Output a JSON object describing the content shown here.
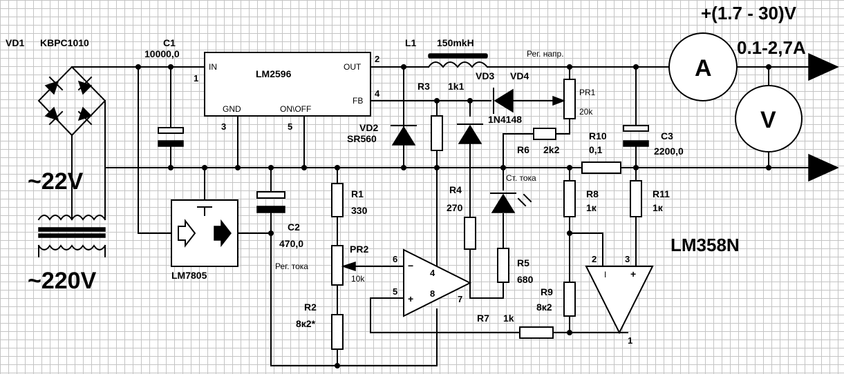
{
  "watermark": "",
  "labels": {
    "vout": "+(1.7 - 30)V",
    "iout": "0.1-2,7A",
    "vd1": "VD1",
    "bridge": "KBPC1010",
    "c1": "C1",
    "c1_val": "10000,0",
    "ic1": "LM2596",
    "in": "IN",
    "out": "OUT",
    "fb": "FB",
    "gnd": "GND",
    "onoff": "ON\\OFF",
    "p1": "1",
    "p2": "2",
    "p3": "3",
    "p4": "4",
    "p5": "5",
    "l1": "L1",
    "l1_val": "150mkH",
    "reg_v": "Рег. напр.",
    "pr1": "PR1",
    "pr1_val": "20k",
    "vd3": "VD3",
    "vd4": "VD4",
    "r3": "R3",
    "r3_val": "1k1",
    "diode_type": "1N4148",
    "vd2": "VD2",
    "vd2_type": "SR560",
    "r6": "R6",
    "r6_val": "2k2",
    "r10": "R10",
    "r10_val": "0,1",
    "c3": "C3",
    "c3_val": "2200,0",
    "ac22": "~22V",
    "ac220": "~220V",
    "st_toka": "Ст. тока",
    "r1": "R1",
    "r1_val": "330",
    "r4": "R4",
    "r4_val": "270",
    "r8": "R8",
    "r8_val": "1к",
    "r11": "R11",
    "r11_val": "1к",
    "c2": "C2",
    "c2_val": "470,0",
    "lm358": "LM358N",
    "pr2": "PR2",
    "reg_i": "Рег. тока",
    "pr2_val": "10k",
    "oa_6": "6",
    "oa_4": "4",
    "oa_5": "5",
    "oa_8": "8",
    "oa_7": "7",
    "r5": "R5",
    "r5_val": "680",
    "r9": "R9",
    "r9_val": "8к2",
    "oa2_2": "2",
    "oa2_3": "3",
    "oa2_1": "1",
    "lm7805": "LM7805",
    "r2": "R2",
    "r2_val": "8к2*",
    "r7": "R7",
    "r7_val": "1k",
    "minus": "−",
    "plus": "+",
    "oa2_minus": "I",
    "ammeter": "A",
    "voltmeter": "V"
  }
}
